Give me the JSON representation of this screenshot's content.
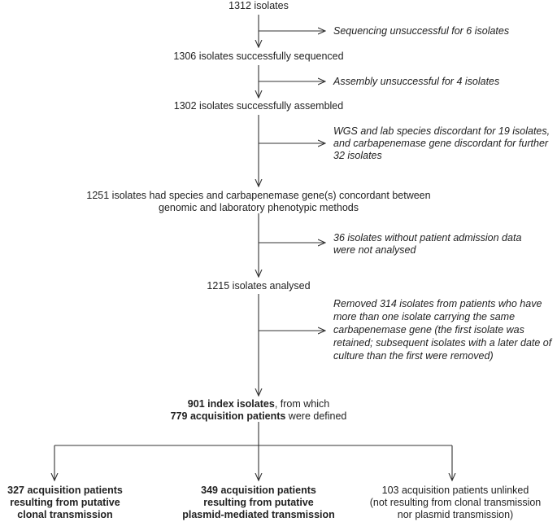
{
  "steps": {
    "s1": "1312 isolates",
    "s2": "1306 isolates successfully sequenced",
    "s3": "1302 isolates successfully assembled",
    "s4_line1": "1251 isolates had species and carbapenemase gene(s) concordant between",
    "s4_line2": "genomic and laboratory phenotypic methods",
    "s5": "1215 isolates analysed",
    "s6_line1_bold": "901 index isolates",
    "s6_line1_rest": ", from which",
    "s6_line2_bold": "779 acquisition patients",
    "s6_line2_rest": " were defined"
  },
  "exclusions": {
    "e1": "Sequencing unsuccessful for 6 isolates",
    "e2": "Assembly unsuccessful for 4 isolates",
    "e3": [
      "WGS and lab species discordant for 19 isolates,",
      "and carbapenemase gene discordant for further",
      "32 isolates"
    ],
    "e4": [
      "36 isolates without patient admission data",
      "were not analysed"
    ],
    "e5": [
      "Removed 314 isolates from patients who have",
      "more than one isolate carrying the same",
      "carbapenemase gene (the first isolate was",
      "retained; subsequent isolates with a later date of",
      "culture than the first were removed)"
    ]
  },
  "outcomes": {
    "clonal": [
      "327 acquisition patients",
      "resulting from putative",
      "clonal transmission"
    ],
    "plasmid": [
      "349 acquisition patients",
      "resulting from putative",
      "plasmid-mediated transmission"
    ],
    "unlinked": [
      "103 acquisition patients unlinked",
      "(not resulting from clonal transmission",
      "nor plasmid transmission)"
    ]
  }
}
